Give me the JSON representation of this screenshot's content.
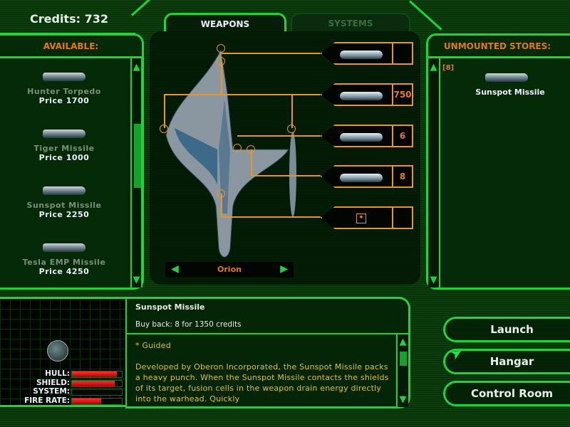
{
  "credits": "Credits: 732",
  "tabs": {
    "weapons": "WEAPONS",
    "systems": "SYSTEMS"
  },
  "available": {
    "header": "AVAILABLE:",
    "items": [
      {
        "name": "Hunter Torpedo",
        "price": "Price 1700"
      },
      {
        "name": "Tiger Missile",
        "price": "Price 1000"
      },
      {
        "name": "Sunspot Missile",
        "price": "Price 2250"
      },
      {
        "name": "Tesla EMP Missile",
        "price": "Price 4250"
      }
    ]
  },
  "hardpoints": [
    {
      "value": ""
    },
    {
      "value": "750"
    },
    {
      "value": "6"
    },
    {
      "value": "8"
    },
    {
      "value": ""
    }
  ],
  "ship_selector": {
    "name": "Orion"
  },
  "unmounted": {
    "header": "UNMOUNTED STORES:",
    "items": [
      {
        "count": "[8]",
        "name": "Sunspot Missile"
      }
    ]
  },
  "info": {
    "title": "Sunspot Missile",
    "buyback": "Buy back: 8 for 1350 credits",
    "feature": "* Guided",
    "description": "Developed by Oberon Incorporated, the Sunspot Missile packs a heavy punch. When the Sunspot Missile contacts the shields of its target, fusion cells in the weapon drain energy directly into the warhead. Quickly"
  },
  "stats": [
    {
      "label": "HULL:",
      "value": 0.9
    },
    {
      "label": "SHIELD:",
      "value": 0.86
    },
    {
      "label": "SYSTEM:",
      "value": 0
    },
    {
      "label": "FIRE RATE:",
      "value": 0.58
    }
  ],
  "buttons": {
    "launch": "Launch",
    "hangar": "Hangar",
    "control_room": "Control Room"
  }
}
